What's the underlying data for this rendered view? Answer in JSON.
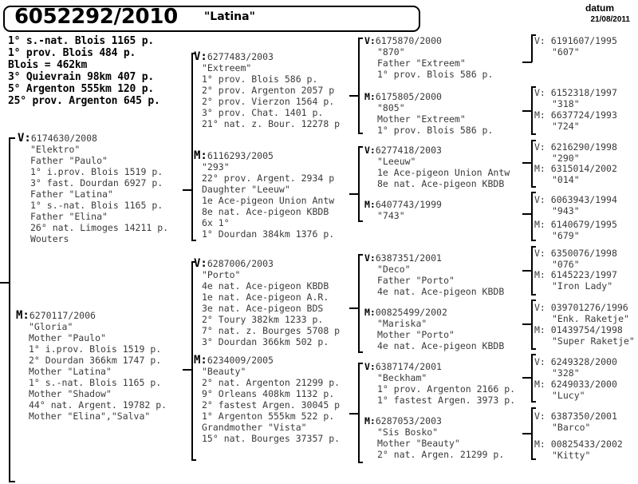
{
  "header": {
    "ring": "6052292/2010",
    "name": "\"Latina\"",
    "date_label": "datum",
    "date_value": "21/08/2011"
  },
  "performances": [
    "1° s.-nat. Blois 1165 p.",
    "1° prov. Blois 484 p.",
    "Blois = 462km",
    "3° Quievrain 98km 407 p.",
    "5° Argenton 555km 120 p.",
    "25° prov. Argenton 645 p."
  ],
  "ancestors": {
    "v": {
      "sex": "V:",
      "ring": "6174630/2008",
      "name": "\"Elektro\"",
      "notes": [
        "Father \"Paulo\"",
        "1° i.prov. Blois 1519 p.",
        "3° fast. Dourdan 6927 p.",
        "Father \"Latina\"",
        "1° s.-nat. Blois 1165 p.",
        "Father \"Elina\"",
        "26° nat. Limoges 14211 p.",
        "Wouters"
      ]
    },
    "m": {
      "sex": "M:",
      "ring": "6270117/2006",
      "name": "\"Gloria\"",
      "notes": [
        "Mother \"Paulo\"",
        "1° i.prov. Blois 1519 p.",
        "2° Dourdan 366km 1747 p.",
        "Mother \"Latina\"",
        "1° s.-nat. Blois 1165 p.",
        "Mother \"Shadow\"",
        "44° nat. Argent. 19782 p.",
        "Mother \"Elina\",\"Salva\""
      ]
    },
    "vv": {
      "sex": "V:",
      "ring": "6277483/2003",
      "name": "\"Extreem\"",
      "notes": [
        "1° prov. Blois 586 p.",
        "2° prov. Argenton 2057 p",
        "2° prov. Vierzon 1564 p.",
        "3° prov. Chat. 1401 p.",
        "21° nat. z. Bour. 12278 p"
      ]
    },
    "vm": {
      "sex": "M:",
      "ring": "6116293/2005",
      "name": "\"293\"",
      "notes": [
        "22° prov. Argent. 2934 p",
        "Daughter \"Leeuw\"",
        "1e Ace-pigeon Union Antw",
        "8e nat. Ace-pigeon KBDB",
        "6x 1°",
        "1° Dourdan 384km 1376 p."
      ]
    },
    "mv": {
      "sex": "V:",
      "ring": "6287006/2003",
      "name": "\"Porto\"",
      "notes": [
        "4e nat. Ace-pigeon KBDB",
        "1e nat. Ace-pigeon A.R.",
        "3e nat. Ace-pigeon BDS",
        "2° Toury 382km 1233 p.",
        "7° nat. z. Bourges 5708 p",
        "3° Dourdan 366km 502 p."
      ]
    },
    "mm": {
      "sex": "M:",
      "ring": "6234009/2005",
      "name": "\"Beauty\"",
      "notes": [
        "2° nat. Argenton 21299 p.",
        "9° Orleans 408km 1132 p.",
        "2° fastest Argen. 30045 p",
        "1° Argenton 555km 522 p.",
        "Grandmother \"Vista\"",
        "15° nat. Bourges 37357 p."
      ]
    },
    "vvv": {
      "sex": "V:",
      "ring": "6175870/2000",
      "name": "\"870\"",
      "notes": [
        "Father \"Extreem\"",
        "1° prov. Blois 586 p."
      ]
    },
    "vvm": {
      "sex": "M:",
      "ring": "6175805/2000",
      "name": "\"805\"",
      "notes": [
        "Mother \"Extreem\"",
        "1° prov. Blois 586 p."
      ]
    },
    "vmv": {
      "sex": "V:",
      "ring": "6277418/2003",
      "name": "\"Leeuw\"",
      "notes": [
        "1e Ace-pigeon Union Antw",
        "8e nat. Ace-pigeon KBDB"
      ]
    },
    "vmm": {
      "sex": "M:",
      "ring": "6407743/1999",
      "name": "\"743\"",
      "notes": []
    },
    "mvv": {
      "sex": "V:",
      "ring": "6387351/2001",
      "name": "\"Deco\"",
      "notes": [
        "Father \"Porto\"",
        "4e nat. Ace-pigeon KBDB"
      ]
    },
    "mvm": {
      "sex": "M:",
      "ring": "00825499/2002",
      "name": "\"Mariska\"",
      "notes": [
        "Mother \"Porto\"",
        "4e nat. Ace-pigeon KBDB"
      ]
    },
    "mmv": {
      "sex": "V:",
      "ring": "6387174/2001",
      "name": "\"Beckham\"",
      "notes": [
        "1° prov. Argenton 2166 p.",
        "1° fastest Argen. 3973 p."
      ]
    },
    "mmm": {
      "sex": "M:",
      "ring": "6287053/2003",
      "name": "\"Sis Bosko\"",
      "notes": [
        "Mother \"Beauty\"",
        "2° nat. Argen. 21299 p."
      ]
    },
    "g4": [
      {
        "sex": "V:",
        "ring": "6191607/1995",
        "name": "\"607\""
      },
      {
        "sex": "V:",
        "ring": "6152318/1997",
        "name": "\"318\""
      },
      {
        "sex": "M:",
        "ring": "6637724/1993",
        "name": "\"724\""
      },
      {
        "sex": "V:",
        "ring": "6216290/1998",
        "name": "\"290\""
      },
      {
        "sex": "M:",
        "ring": "6315014/2002",
        "name": "\"014\""
      },
      {
        "sex": "V:",
        "ring": "6063943/1994",
        "name": "\"943\""
      },
      {
        "sex": "M:",
        "ring": "6140679/1995",
        "name": "\"679\""
      },
      {
        "sex": "V:",
        "ring": "6350076/1998",
        "name": "\"076\""
      },
      {
        "sex": "M:",
        "ring": "6145223/1997",
        "name": "\"Iron Lady\""
      },
      {
        "sex": "V:",
        "ring": "039701276/1996",
        "name": "\"Enk. Raketje\""
      },
      {
        "sex": "M:",
        "ring": "01439754/1998",
        "name": "\"Super Raketje\""
      },
      {
        "sex": "V:",
        "ring": "6249328/2000",
        "name": "\"328\""
      },
      {
        "sex": "M:",
        "ring": "6249033/2000",
        "name": "\"Lucy\""
      },
      {
        "sex": "V:",
        "ring": "6387350/2001",
        "name": "\"Barco\""
      },
      {
        "sex": "M:",
        "ring": "00825433/2002",
        "name": "\"Kitty\""
      }
    ]
  }
}
